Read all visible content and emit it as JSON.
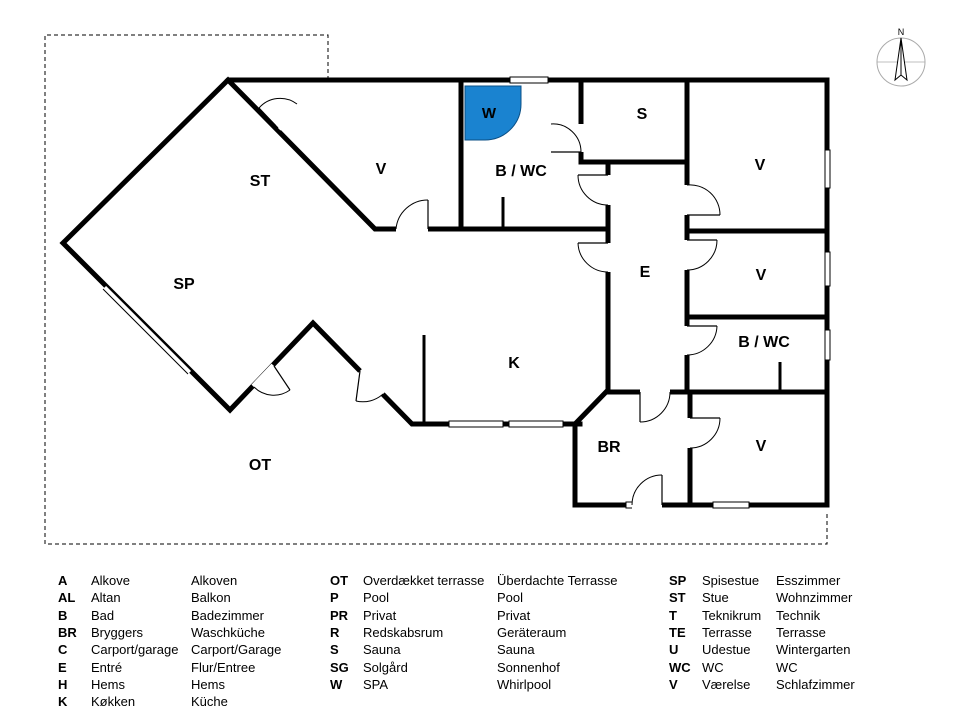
{
  "compass": {
    "label": "N"
  },
  "rooms": {
    "st": "ST",
    "sp": "SP",
    "v1": "V",
    "w": "W",
    "bwc1": "B / WC",
    "s": "S",
    "v2": "V",
    "e": "E",
    "v3": "V",
    "bwc2": "B / WC",
    "k": "K",
    "br": "BR",
    "v4": "V",
    "ot": "OT"
  },
  "spa_color": "#1a83d0",
  "legend": {
    "col1": [
      {
        "ab": "A",
        "dk": "Alkove",
        "de": "Alkoven"
      },
      {
        "ab": "AL",
        "dk": "Altan",
        "de": "Balkon"
      },
      {
        "ab": "B",
        "dk": "Bad",
        "de": "Badezimmer"
      },
      {
        "ab": "BR",
        "dk": "Bryggers",
        "de": "Waschküche"
      },
      {
        "ab": "C",
        "dk": "Carport/garage",
        "de": "Carport/Garage"
      },
      {
        "ab": "E",
        "dk": "Entré",
        "de": "Flur/Entree"
      },
      {
        "ab": "H",
        "dk": "Hems",
        "de": "Hems"
      },
      {
        "ab": "K",
        "dk": "Køkken",
        "de": "Küche"
      }
    ],
    "col2": [
      {
        "ab": "OT",
        "dk": "Overdækket terrasse",
        "de": "Überdachte Terrasse"
      },
      {
        "ab": "P",
        "dk": "Pool",
        "de": "Pool"
      },
      {
        "ab": "PR",
        "dk": "Privat",
        "de": "Privat"
      },
      {
        "ab": "R",
        "dk": "Redskabsrum",
        "de": "Geräteraum"
      },
      {
        "ab": "S",
        "dk": "Sauna",
        "de": "Sauna"
      },
      {
        "ab": "SG",
        "dk": "Solgård",
        "de": "Sonnenhof"
      },
      {
        "ab": "W",
        "dk": "SPA",
        "de": "Whirlpool"
      }
    ],
    "col3": [
      {
        "ab": "SP",
        "dk": "Spisestue",
        "de": "Esszimmer"
      },
      {
        "ab": "ST",
        "dk": "Stue",
        "de": "Wohnzimmer"
      },
      {
        "ab": "T",
        "dk": "Teknikrum",
        "de": "Technik"
      },
      {
        "ab": "TE",
        "dk": "Terrasse",
        "de": "Terrasse"
      },
      {
        "ab": "U",
        "dk": "Udestue",
        "de": "Wintergarten"
      },
      {
        "ab": "WC",
        "dk": "WC",
        "de": "WC"
      },
      {
        "ab": "V",
        "dk": "Værelse",
        "de": "Schlafzimmer"
      }
    ]
  }
}
